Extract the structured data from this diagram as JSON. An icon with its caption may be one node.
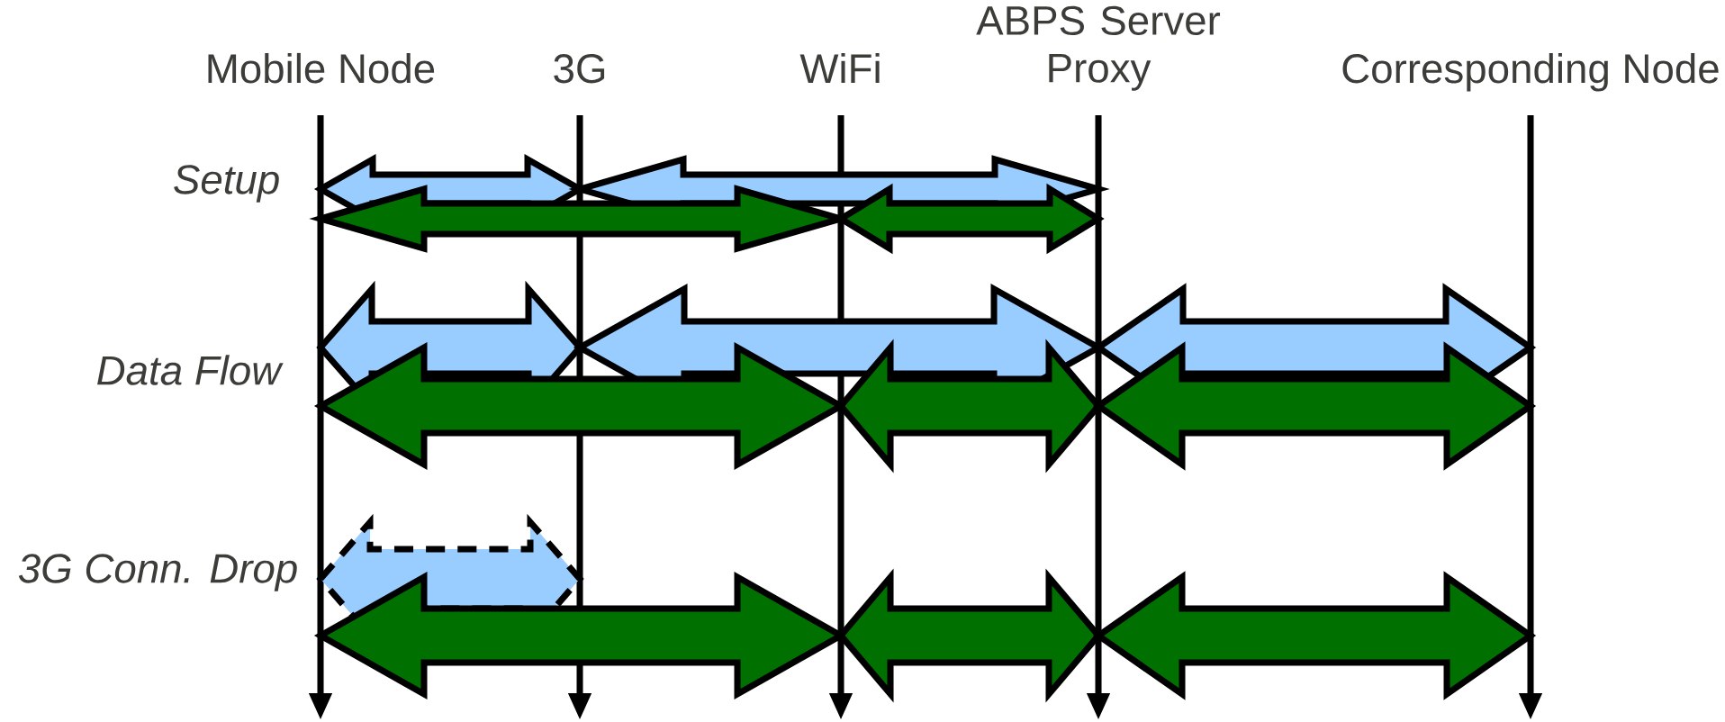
{
  "diagram": {
    "nodes": [
      {
        "text": [
          "Mobile Node"
        ]
      },
      {
        "text": [
          "3G"
        ]
      },
      {
        "text": [
          "WiFi"
        ]
      },
      {
        "text": [
          "ABPS Server Proxy"
        ]
      },
      {
        "text": [
          "Corresponding Node"
        ]
      }
    ],
    "edges": [
      {
        "from": 0,
        "to": 1,
        "arrow": "both",
        "color": "#99ccff"
      },
      {
        "from": 1,
        "to": 3,
        "arrow": "both",
        "color": "#99ccff"
      },
      {
        "from": 0,
        "to": 2,
        "arrow": "both",
        "color": "#007000"
      },
      {
        "from": 2,
        "to": 3,
        "arrow": "both",
        "color": "#007000"
      },
      {
        "from": 0,
        "to": 1,
        "arrow": "both",
        "color": "#99ccff"
      },
      {
        "from": 1,
        "to": 3,
        "arrow": "both",
        "color": "#99ccff"
      },
      {
        "from": 3,
        "to": 4,
        "arrow": "both",
        "color": "#99ccff"
      },
      {
        "from": 0,
        "to": 2,
        "arrow": "both",
        "color": "#007000"
      },
      {
        "from": 2,
        "to": 3,
        "arrow": "both",
        "color": "#007000"
      },
      {
        "from": 3,
        "to": 4,
        "arrow": "both",
        "color": "#007000"
      },
      {
        "from": 0,
        "to": 1,
        "arrow": "both",
        "style": "dashed",
        "color": "#99ccff"
      },
      {
        "from": 0,
        "to": 2,
        "arrow": "both",
        "color": "#007000"
      },
      {
        "from": 2,
        "to": 3,
        "arrow": "both",
        "color": "#007000"
      },
      {
        "from": 3,
        "to": 4,
        "arrow": "both",
        "color": "#007000"
      }
    ],
    "labels": [
      "Setup",
      "Data Flow",
      "3G Conn. Drop"
    ]
  }
}
